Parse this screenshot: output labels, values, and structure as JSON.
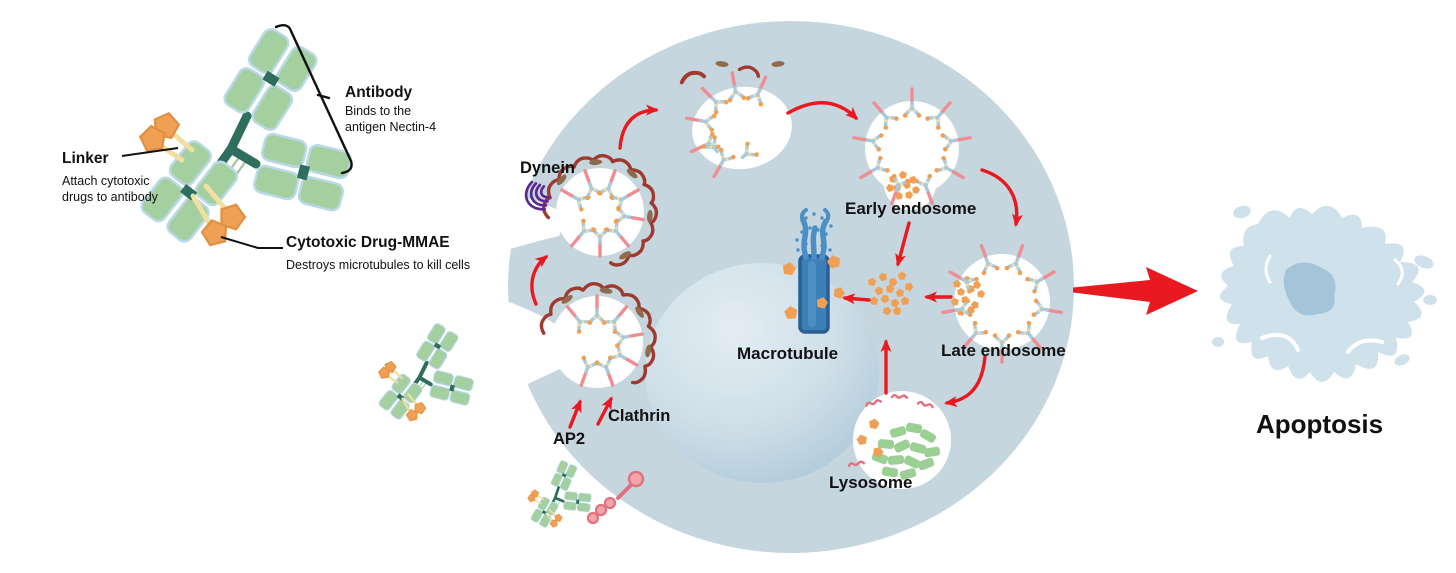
{
  "figure": {
    "adc_legend": {
      "antibody_title": "Antibody",
      "antibody_desc1": "Binds to the",
      "antibody_desc2": "antigen Nectin-4",
      "linker_title": "Linker",
      "linker_desc1": "Attach cytotoxic",
      "linker_desc2": "drugs to antibody",
      "drug_title": "Cytotoxic Drug-MMAE",
      "drug_desc": "Destroys microtubules to kill cells"
    },
    "cell_labels": {
      "dynein": "Dynein",
      "ap2": "AP2",
      "clathrin": "Clathrin",
      "early_endosome": "Early endosome",
      "late_endosome": "Late endosome",
      "macrotubule": "Macrotubule",
      "lysosome": "Lysosome"
    },
    "outcome_label": "Apoptosis",
    "colors": {
      "flow_arrow_red": "#e8191f",
      "cell_fill": "#c5d6df",
      "nucleus_fill": "#b7cedd",
      "vesicle_fill": "#ffffff",
      "antibody_green": "#a3d09e",
      "antibody_hinge_teal": "#2e6e5d",
      "linker_yellow": "#f0dfa0",
      "drug_orange": "#f0a055",
      "receptor_pink": "#ee8e92",
      "clathrin_red": "#9e3a2e",
      "adaptor_brown": "#8f6b4b",
      "dynein_purple": "#5b2a8e",
      "microtubule_blue": "#3d80b8",
      "apoptotic_cell_fill": "#cfe1ea",
      "label_color": "#111111"
    }
  }
}
